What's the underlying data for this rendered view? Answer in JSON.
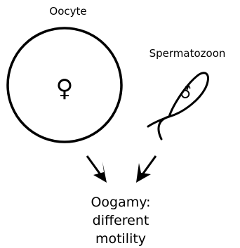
{
  "oocyte": {
    "label": "Oocyte",
    "symbol": "♀"
  },
  "spermatozoon": {
    "label": "Spermatozoon",
    "symbol": "♂"
  },
  "result": {
    "line1": "Oogamy:",
    "line2": "different",
    "line3": "motility"
  },
  "colors": {
    "stroke": "#000000",
    "background": "#ffffff"
  }
}
